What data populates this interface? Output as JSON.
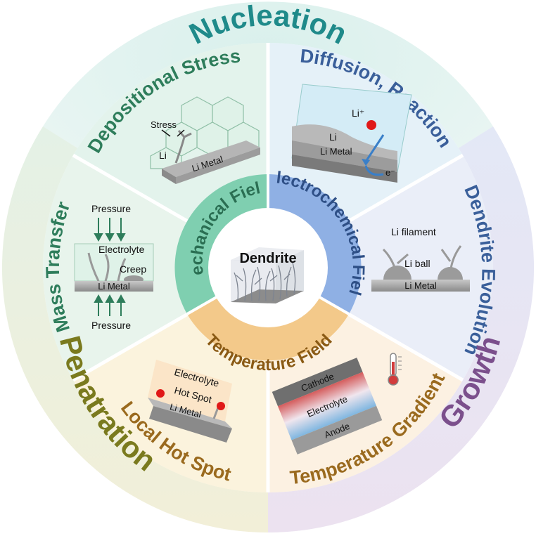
{
  "outer_ring": {
    "top": "Nucleation",
    "left": "Penatration",
    "right": "Growth"
  },
  "segments": {
    "depositional_stress": "Depositional Stress",
    "diffusion_reaction": "Diffusion, Reaction",
    "mass_transfer": "Mass Transfer",
    "dendrite_evolution": "Dendrite Evolution",
    "local_hot_spot": "Local Hot Spot",
    "temperature_gradient": "Temperature Gradient"
  },
  "fields": {
    "mechanical": "Mechanical Field",
    "electrochemical": "Electrochemical Field",
    "temperature": "Temperature Field"
  },
  "center": {
    "label": "Dendrite"
  },
  "illustrations": {
    "stress": {
      "stress": "Stress",
      "li": "Li",
      "li_metal": "Li Metal"
    },
    "diffusion": {
      "li_plus": "Li⁺",
      "li": "Li",
      "li_metal": "Li Metal",
      "electron": "e⁻"
    },
    "mass": {
      "pressure_top": "Pressure",
      "electrolyte": "Electrolyte",
      "creep": "Creep",
      "li_metal": "Li Metal",
      "pressure_bottom": "Pressure"
    },
    "evolution": {
      "filament": "Li filament",
      "ball": "Li ball",
      "li_metal": "Li Metal"
    },
    "hotspot": {
      "electrolyte": "Electrolyte",
      "hot_spot": "Hot Spot",
      "li_metal": "Li Metal"
    },
    "gradient": {
      "cathode": "Cathode",
      "electrolyte": "Electrolyte",
      "anode": "Anode"
    }
  },
  "colors": {
    "teal": "#1f8a8a",
    "green": "#2e7d5b",
    "blue": "#3a5f9a",
    "olive": "#7a7a1e",
    "purple": "#7b4f8c",
    "brown": "#9a6a1e"
  }
}
